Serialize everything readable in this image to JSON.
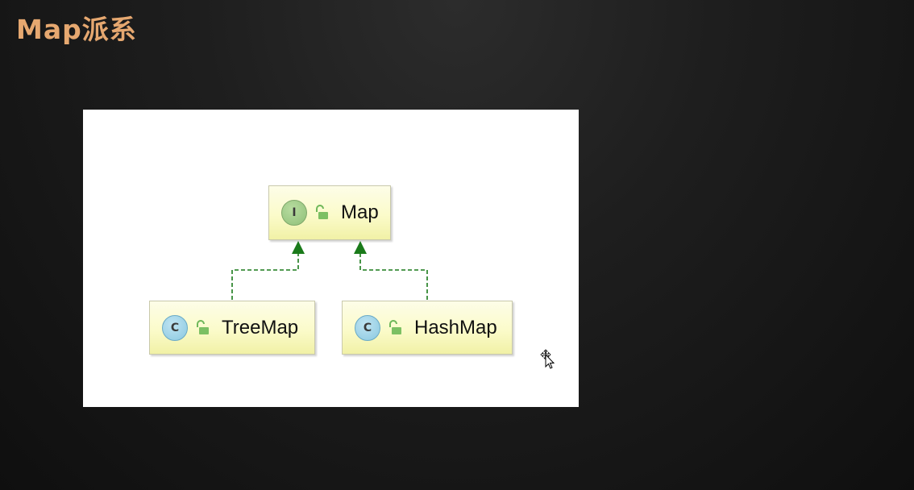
{
  "slide": {
    "title": "Map派系"
  },
  "diagram": {
    "nodes": [
      {
        "id": "map",
        "label": "Map",
        "kind": "interface",
        "badge": "I"
      },
      {
        "id": "treemap",
        "label": "TreeMap",
        "kind": "class",
        "badge": "C"
      },
      {
        "id": "hashmap",
        "label": "HashMap",
        "kind": "class",
        "badge": "C"
      }
    ],
    "edges": [
      {
        "from": "treemap",
        "to": "map",
        "style": "dashed",
        "arrow": "filled-triangle"
      },
      {
        "from": "hashmap",
        "to": "map",
        "style": "dashed",
        "arrow": "filled-triangle"
      }
    ],
    "colors": {
      "edge": "#1a7a1a",
      "interface_badge": "#9fcb88",
      "class_badge": "#9fd3e8",
      "node_fill": "#fbfbca",
      "lock": "#6fb85a"
    }
  },
  "icons": {
    "interface": "interface-icon",
    "class": "class-icon",
    "visibility": "unlocked-padlock-icon",
    "cursor": "move-cursor-icon"
  }
}
